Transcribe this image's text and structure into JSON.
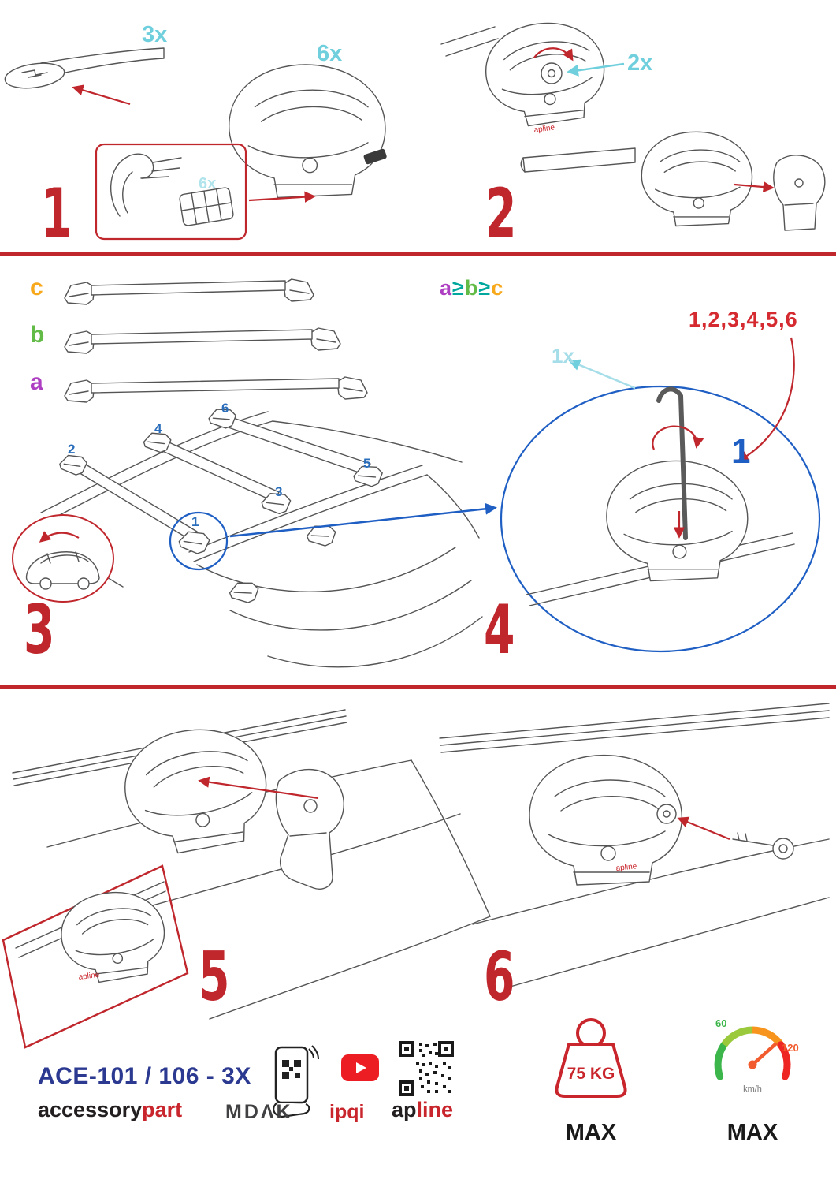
{
  "colors": {
    "red": "#c0272d",
    "cyan": "#6fcfdd",
    "blue_numbers": "#2a6ebb",
    "blue_model": "#2b3990",
    "orange": "#f7a81b",
    "green": "#62bb46",
    "purple": "#ae3fc2",
    "teal": "#00a79d"
  },
  "step1": {
    "numeral": "1",
    "bar_qty": "3x",
    "foot_qty": "6x",
    "pad_qty": "6x"
  },
  "step2": {
    "numeral": "2",
    "lock_qty": "2x",
    "foot_brand": "apline"
  },
  "step3": {
    "numeral": "3",
    "size_c": "c",
    "size_b": "b",
    "size_a": "a",
    "rule": {
      "a": "a",
      "gte1": "≥",
      "b": "b",
      "gte2": "≥",
      "c": "c"
    },
    "positions": {
      "p1": "1",
      "p2": "2",
      "p3": "3",
      "p4": "4",
      "p5": "5",
      "p6": "6"
    }
  },
  "step4": {
    "numeral": "4",
    "tool_qty": "1x",
    "tighten_sequence": "1,2,3,4,5,6",
    "sequence_start": "1"
  },
  "step5": {
    "numeral": "5",
    "foot_brand": "apline"
  },
  "step6": {
    "numeral": "6",
    "foot_brand": "apline"
  },
  "footer": {
    "model": "ACE-101 / 106 - 3X",
    "brand_accessory": "accessory",
    "brand_part": "part",
    "brand_mdak": "MDΛK",
    "brand_ipqi": "ipqi",
    "brand_ap": "ap",
    "brand_line": "line",
    "weight_limit": "75 KG",
    "weight_max_label": "MAX",
    "speed_min": "60",
    "speed_max_value": "120",
    "speed_unit": "km/h",
    "speed_max_label": "MAX"
  }
}
